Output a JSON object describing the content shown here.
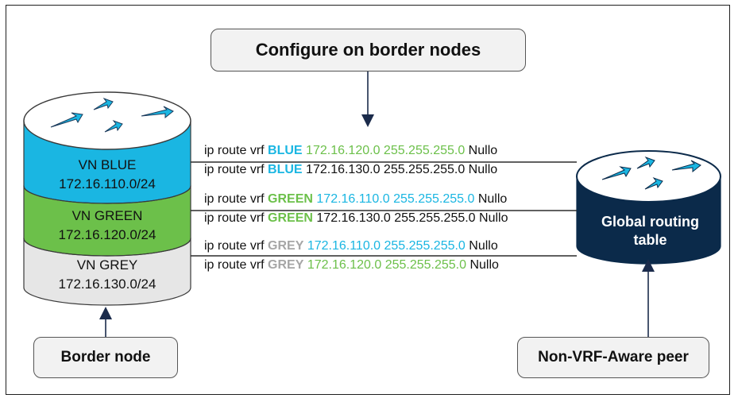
{
  "callouts": {
    "top": "Configure on border nodes",
    "border_node": "Border node",
    "peer": "Non-VRF-Aware peer"
  },
  "vn_bands": [
    {
      "name": "VN BLUE",
      "subnet": "172.16.110.0/24",
      "color": "#1ab6e2"
    },
    {
      "name": "VN GREEN",
      "subnet": "172.16.120.0/24",
      "color": "#6cc04a"
    },
    {
      "name": "VN GREY",
      "subnet": "172.16.130.0/24",
      "color": "#e6e6e6"
    }
  ],
  "global_router": {
    "label_line1": "Global routing",
    "label_line2": "table",
    "color": "#0b2a4a"
  },
  "routes": [
    {
      "prefix": "ip route vrf ",
      "vrf": "BLUE",
      "net": "172.16.120.0 255.255.255.0",
      "suffix": " Nullo",
      "vrf_color": "#1ab6e2",
      "net_color": "#6cc04a"
    },
    {
      "prefix": "ip route vrf ",
      "vrf": "BLUE",
      "net": "172.16.130.0 255.255.255.0",
      "suffix": " Nullo",
      "vrf_color": "#1ab6e2",
      "net_color": "#111111"
    },
    {
      "prefix": "ip route vrf ",
      "vrf": "GREEN",
      "net": "172.16.110.0 255.255.255.0",
      "suffix": " Nullo",
      "vrf_color": "#6cc04a",
      "net_color": "#1ab6e2"
    },
    {
      "prefix": "ip route vrf ",
      "vrf": "GREEN",
      "net": "172.16.130.0 255.255.255.0",
      "suffix": " Nullo",
      "vrf_color": "#6cc04a",
      "net_color": "#111111"
    },
    {
      "prefix": "ip route vrf ",
      "vrf": "GREY",
      "net": "172.16.110.0 255.255.255.0",
      "suffix": " Nullo",
      "vrf_color": "#a6a6a6",
      "net_color": "#1ab6e2"
    },
    {
      "prefix": "ip route vrf ",
      "vrf": "GREY",
      "net": "172.16.120.0 255.255.255.0",
      "suffix": " Nullo",
      "vrf_color": "#a6a6a6",
      "net_color": "#6cc04a"
    }
  ],
  "icons": [
    "router-icon",
    "router-icon"
  ]
}
